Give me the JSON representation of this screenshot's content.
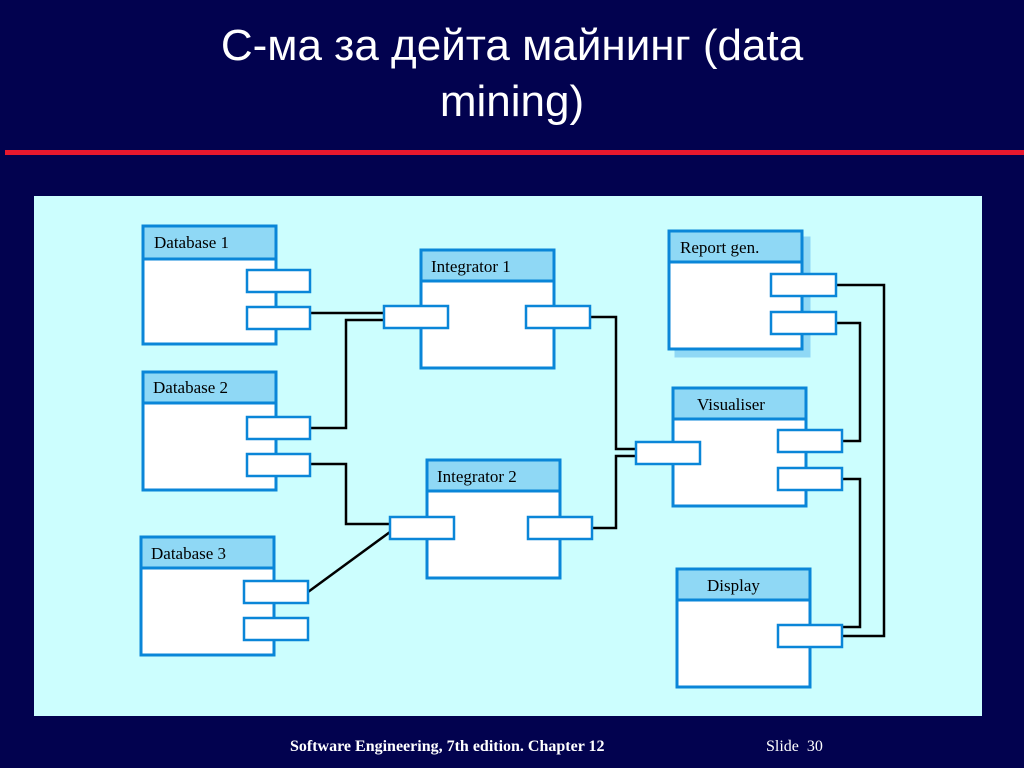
{
  "slide": {
    "title_line1": "С-ма за дейта майнинг (data",
    "title_line2": "mining)",
    "footer_text": "Software Engineering, 7th edition. Chapter 12",
    "slide_label": "Slide",
    "slide_number": "30"
  },
  "diagram": {
    "components": {
      "database1": "Database 1",
      "database2": "Database 2",
      "database3": "Database 3",
      "integrator1": "Integrator 1",
      "integrator2": "Integrator 2",
      "report_gen": "Report gen.",
      "visualiser": "Visualiser",
      "display": "Display"
    }
  },
  "colors": {
    "background": "#02024f",
    "accent_line": "#e8182e",
    "panel": "#ccfefe",
    "box_border": "#0a86d8",
    "box_header": "#8fd8f5"
  }
}
